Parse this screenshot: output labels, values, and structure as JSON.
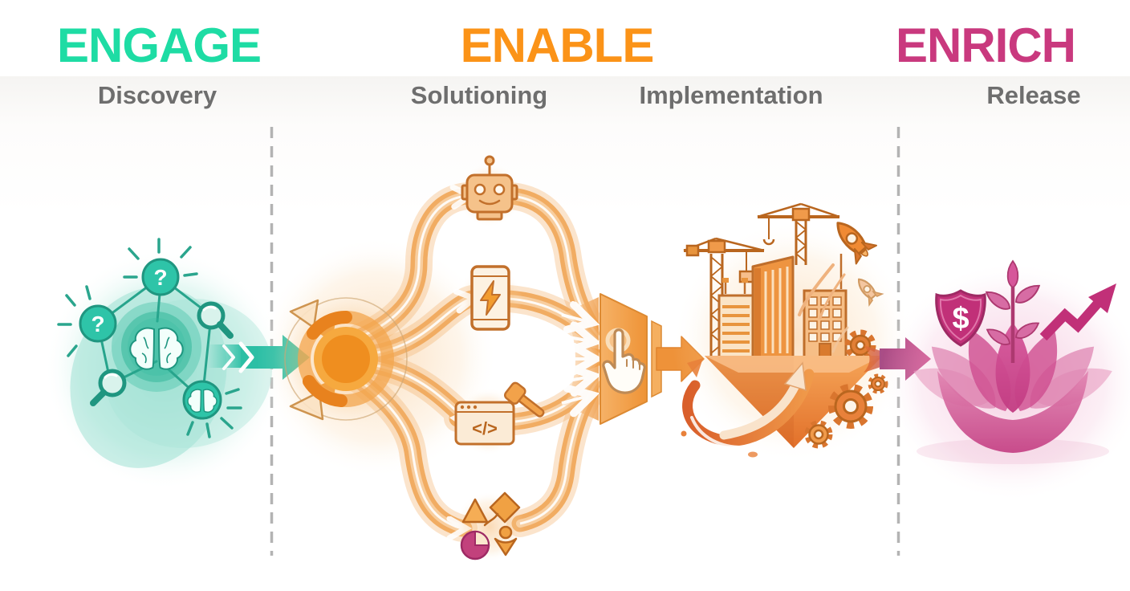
{
  "header": {
    "phases": [
      {
        "title": "ENGAGE",
        "color": "#1EDCA4"
      },
      {
        "title": "ENABLE",
        "color": "#FB9318"
      },
      {
        "title": "ENRICH",
        "color": "#C9397E"
      }
    ]
  },
  "stages": [
    {
      "label": "Discovery"
    },
    {
      "label": "Solutioning"
    },
    {
      "label": "Implementation"
    },
    {
      "label": "Release"
    }
  ],
  "glyphs": {
    "question_mark": "?",
    "code": "</>",
    "dollar_sign": "$"
  },
  "palette": {
    "teal": "#2CBFA5",
    "orange": "#F49A3B",
    "pink": "#C8407F",
    "deep_pink": "#C13078",
    "subtitle_gray": "#6E6E6E",
    "divider_gray": "#B3B3B3"
  },
  "icons": {
    "discovery": [
      "question-node-icon",
      "magnifier-icon",
      "brain-icon"
    ],
    "solutioning": [
      "robot-icon",
      "phone-bolt-icon",
      "code-window-icon",
      "hammer-icon",
      "shapes-icon",
      "pie-chart-icon",
      "hand-click-icon",
      "funnel-icon"
    ],
    "implementation": [
      "crane-icon",
      "building-icon",
      "rocket-icon",
      "gear-icon",
      "swoosh-arrow-icon"
    ],
    "release": [
      "shield-dollar-icon",
      "plant-icon",
      "trend-arrow-icon",
      "lotus-icon"
    ]
  }
}
